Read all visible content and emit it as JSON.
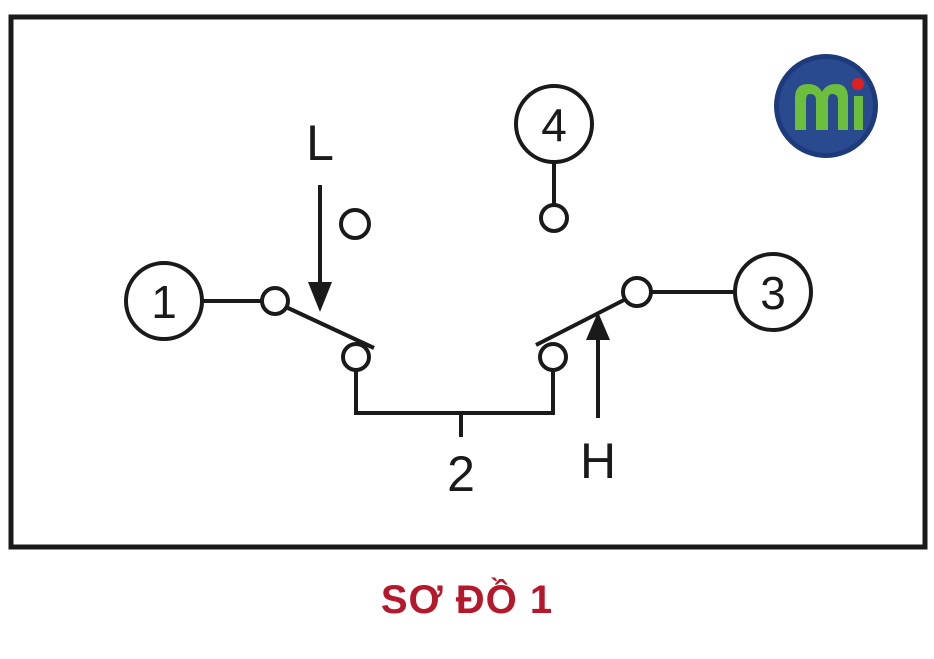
{
  "colors": {
    "line": "#1a1a1a",
    "caption": "#b5172b",
    "logo_ring": "#1d3a7a",
    "logo_fill": "#2a4a8f",
    "logo_letters": "#6bbf3a",
    "logo_dot": "#e02020"
  },
  "diagram": {
    "terminal_1": "1",
    "terminal_2": "2",
    "terminal_3": "3",
    "terminal_4": "4",
    "label_l": "L",
    "label_h": "H"
  },
  "logo": {
    "icon": "mi-logo-icon"
  },
  "caption": "SƠ ĐỒ 1"
}
